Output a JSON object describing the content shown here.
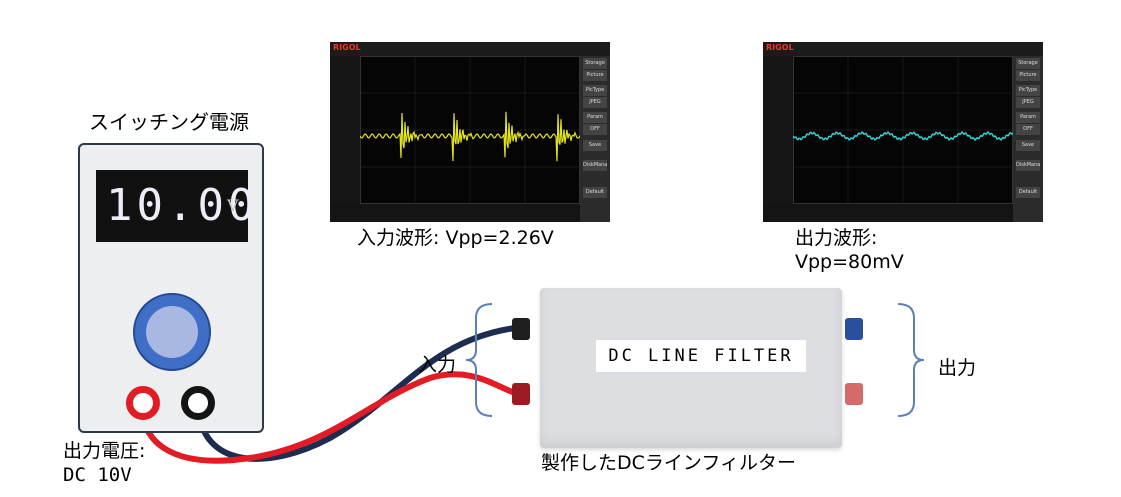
{
  "psu": {
    "title": "スイッチング電源",
    "reading": "10.00",
    "unit": "V",
    "output_label": "出力電圧:",
    "output_value": "DC 10V"
  },
  "scope_input": {
    "brand": "RIGOL",
    "caption": "入力波形: Vpp=2.26V",
    "trace_color": "#e5e51b",
    "menu": [
      "Storage",
      "Picture",
      "PicType",
      "JPEG",
      "Param",
      "OFF",
      "Save",
      "DiskManage",
      "Default"
    ]
  },
  "scope_output": {
    "brand": "RIGOL",
    "caption_line1": "出力波形:",
    "caption_line2": "Vpp=80mV",
    "trace_color": "#35d6d6",
    "menu": [
      "Storage",
      "Picture",
      "PicType",
      "JPEG",
      "Param",
      "OFF",
      "Save",
      "DiskManage",
      "Default"
    ]
  },
  "filter": {
    "label": "DC LINE FILTER",
    "caption": "製作したDCラインフィルター",
    "input_label": "入力",
    "output_label": "出力"
  },
  "colors": {
    "wire_red": "#e21c24",
    "wire_navy": "#1d2c4f",
    "bracket": "#5b7fb8"
  }
}
